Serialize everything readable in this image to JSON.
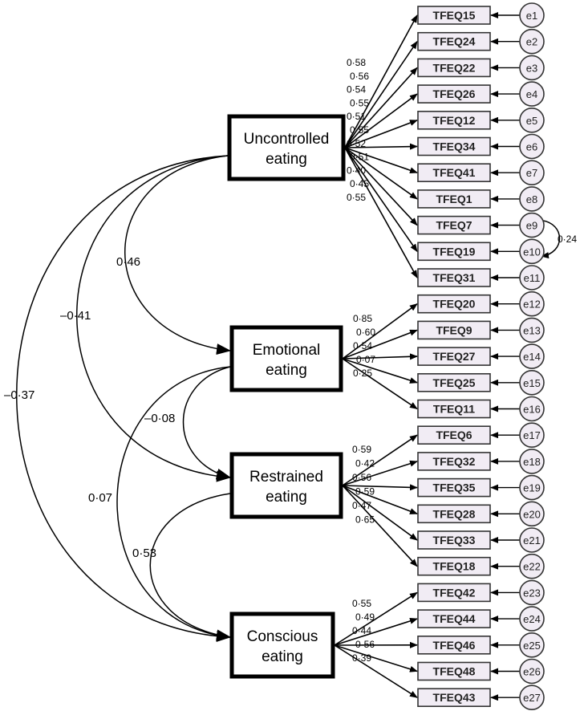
{
  "factors": [
    {
      "id": "uncontrolled",
      "lines": [
        "Uncontrolled",
        "eating"
      ]
    },
    {
      "id": "emotional",
      "lines": [
        "Emotional",
        "eating"
      ]
    },
    {
      "id": "restrained",
      "lines": [
        "Restrained",
        "eating"
      ]
    },
    {
      "id": "conscious",
      "lines": [
        "Conscious",
        "eating"
      ]
    }
  ],
  "items": [
    {
      "label": "TFEQ15",
      "error": "e1",
      "factor": "uncontrolled",
      "loading": "0·58"
    },
    {
      "label": "TFEQ24",
      "error": "e2",
      "factor": "uncontrolled",
      "loading": "0·56"
    },
    {
      "label": "TFEQ22",
      "error": "e3",
      "factor": "uncontrolled",
      "loading": "0·54"
    },
    {
      "label": "TFEQ26",
      "error": "e4",
      "factor": "uncontrolled",
      "loading": "0·55"
    },
    {
      "label": "TFEQ12",
      "error": "e5",
      "factor": "uncontrolled",
      "loading": "0·51"
    },
    {
      "label": "TFEQ34",
      "error": "e6",
      "factor": "uncontrolled",
      "loading": "0·55"
    },
    {
      "label": "TFEQ41",
      "error": "e7",
      "factor": "uncontrolled",
      "loading": "0·52"
    },
    {
      "label": "TFEQ1",
      "error": "e8",
      "factor": "uncontrolled",
      "loading": "0·51"
    },
    {
      "label": "TFEQ7",
      "error": "e9",
      "factor": "uncontrolled",
      "loading": "0·40"
    },
    {
      "label": "TFEQ19",
      "error": "e10",
      "factor": "uncontrolled",
      "loading": "0·45"
    },
    {
      "label": "TFEQ31",
      "error": "e11",
      "factor": "uncontrolled",
      "loading": "0·55"
    },
    {
      "label": "TFEQ20",
      "error": "e12",
      "factor": "emotional",
      "loading": "0·85"
    },
    {
      "label": "TFEQ9",
      "error": "e13",
      "factor": "emotional",
      "loading": "0·60"
    },
    {
      "label": "TFEQ27",
      "error": "e14",
      "factor": "emotional",
      "loading": "0·54"
    },
    {
      "label": "TFEQ25",
      "error": "e15",
      "factor": "emotional",
      "loading": "0·07"
    },
    {
      "label": "TFEQ11",
      "error": "e16",
      "factor": "emotional",
      "loading": "0·25"
    },
    {
      "label": "TFEQ6",
      "error": "e17",
      "factor": "restrained",
      "loading": "0·59"
    },
    {
      "label": "TFEQ32",
      "error": "e18",
      "factor": "restrained",
      "loading": "0·42"
    },
    {
      "label": "TFEQ35",
      "error": "e19",
      "factor": "restrained",
      "loading": "0·56"
    },
    {
      "label": "TFEQ28",
      "error": "e20",
      "factor": "restrained",
      "loading": "0·59"
    },
    {
      "label": "TFEQ33",
      "error": "e21",
      "factor": "restrained",
      "loading": "0·47"
    },
    {
      "label": "TFEQ18",
      "error": "e22",
      "factor": "restrained",
      "loading": "0·65"
    },
    {
      "label": "TFEQ42",
      "error": "e23",
      "factor": "conscious",
      "loading": "0·55"
    },
    {
      "label": "TFEQ44",
      "error": "e24",
      "factor": "conscious",
      "loading": "0·49"
    },
    {
      "label": "TFEQ46",
      "error": "e25",
      "factor": "conscious",
      "loading": "0·44"
    },
    {
      "label": "TFEQ48",
      "error": "e26",
      "factor": "conscious",
      "loading": "0·56"
    },
    {
      "label": "TFEQ43",
      "error": "e27",
      "factor": "conscious",
      "loading": "0·39"
    }
  ],
  "factor_correlations": [
    {
      "from": "uncontrolled",
      "to": "emotional",
      "value": "0·46"
    },
    {
      "from": "uncontrolled",
      "to": "restrained",
      "value": "–0·41"
    },
    {
      "from": "uncontrolled",
      "to": "conscious",
      "value": "–0·37"
    },
    {
      "from": "emotional",
      "to": "restrained",
      "value": "–0·08"
    },
    {
      "from": "emotional",
      "to": "conscious",
      "value": "0·07"
    },
    {
      "from": "restrained",
      "to": "conscious",
      "value": "0·53"
    }
  ],
  "error_covariances": [
    {
      "from": "e9",
      "to": "e10",
      "value": "0·24"
    }
  ]
}
